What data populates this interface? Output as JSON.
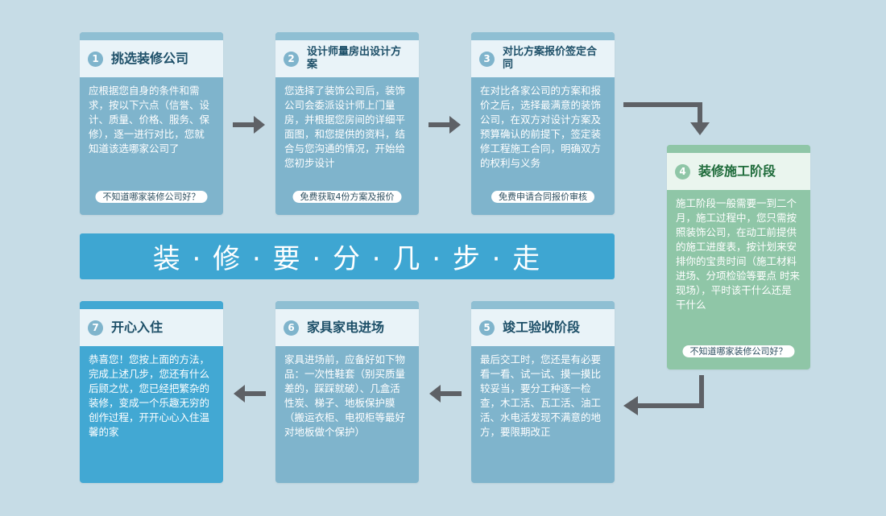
{
  "steps": [
    {
      "num": "1",
      "title": "挑选装修公司",
      "body": "应根据您自身的条件和需求，按以下六点（信誉、设计、质量、价格、服务、保修），逐一进行对比，您就知道该选哪家公司了",
      "button": "不知道哪家装修公司好？"
    },
    {
      "num": "2",
      "title": "设计师量房出设计方案",
      "body": "您选择了装饰公司后，装饰公司会委派设计师上门量房，并根据您房间的详细平面图，和您提供的资料，结合与您沟通的情况，开始给您初步设计",
      "button": "免费获取4份方案及报价"
    },
    {
      "num": "3",
      "title": "对比方案报价签定合同",
      "body": "在对比各家公司的方案和报价之后，选择最满意的装饰公司，在双方对设计方案及预算确认的前提下，签定装修工程施工合同，明确双方的权利与义务",
      "button": "免费申请合同报价审核"
    },
    {
      "num": "4",
      "title": "装修施工阶段",
      "body": "施工阶段一般需要一到二个月，施工过程中，您只需按照装饰公司，在动工前提供的施工进度表，按计划来安排你的宝贵时间（施工材料进场、分项检验等要点 时来现场），平时该干什么还是干什么",
      "button": "不知道哪家装修公司好？"
    },
    {
      "num": "5",
      "title": "竣工验收阶段",
      "body": "最后交工时，您还是有必要看一看、试一试、摸一摸比较妥当，要分工种逐一检查，木工活、瓦工活、油工活、水电活发现不满意的地方，要限期改正"
    },
    {
      "num": "6",
      "title": "家具家电进场",
      "body": "家具进场前，应备好如下物品：一次性鞋套（别买质量差的，踩踩就破）、几盒活性炭、梯子、地板保护膜（搬运衣柜、电视柜等最好对地板做个保护）"
    },
    {
      "num": "7",
      "title": "开心入住",
      "body": "恭喜您！您按上面的方法，完成上述几步，您还有什么后顾之忧，您已经把繁杂的装修，变成一个乐趣无穷的创作过程，开开心心入住温馨的家"
    }
  ],
  "banner": "装 · 修 · 要 · 分 · 几 · 步 · 走",
  "colors": {
    "page_bg": "#c6dce6",
    "card_blue_grey": "#7fb4cc",
    "card_green": "#8fc6a7",
    "card_bright_blue": "#42a8d3",
    "banner": "#3ea6d2",
    "arrow": "#5e6166"
  }
}
